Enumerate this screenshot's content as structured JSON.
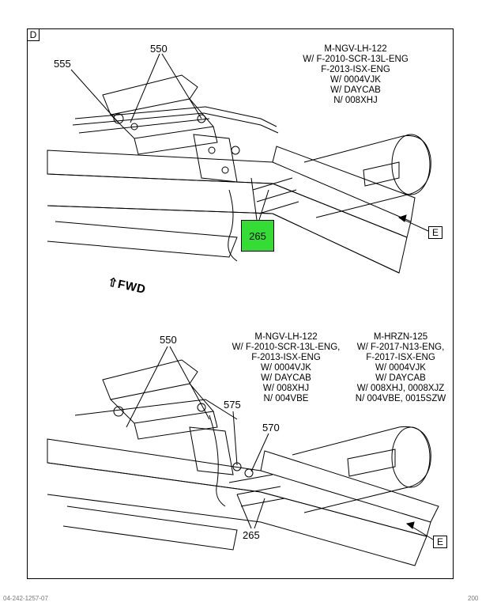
{
  "view_label": "D",
  "upper": {
    "note": [
      "M-NGV-LH-122",
      "W/ F-2010-SCR-13L-ENG",
      "F-2013-ISX-ENG",
      "W/ 0004VJK",
      "W/ DAYCAB",
      "N/ 008XHJ"
    ],
    "callouts": {
      "c555": "555",
      "c550": "550",
      "c265": "265",
      "e": "E"
    }
  },
  "fwd": "FWD",
  "lower": {
    "note_left": [
      "M-NGV-LH-122",
      "W/ F-2010-SCR-13L-ENG,",
      "F-2013-ISX-ENG",
      "W/ 0004VJK",
      "W/ DAYCAB",
      "W/ 008XHJ",
      "N/ 004VBE"
    ],
    "note_right": [
      "M-HRZN-125",
      "W/ F-2017-N13-ENG,",
      "F-2017-ISX-ENG",
      "W/ 0004VJK",
      "W/ DAYCAB",
      "W/ 008XHJ, 0008XJZ",
      "N/ 004VBE, 0015SZW"
    ],
    "callouts": {
      "c550": "550",
      "c575": "575",
      "c570": "570",
      "c265": "265",
      "e": "E"
    }
  },
  "footer": {
    "left": "04-242-1257-07",
    "right": "200"
  },
  "colors": {
    "highlight": "#33dd33",
    "line": "#000000"
  }
}
